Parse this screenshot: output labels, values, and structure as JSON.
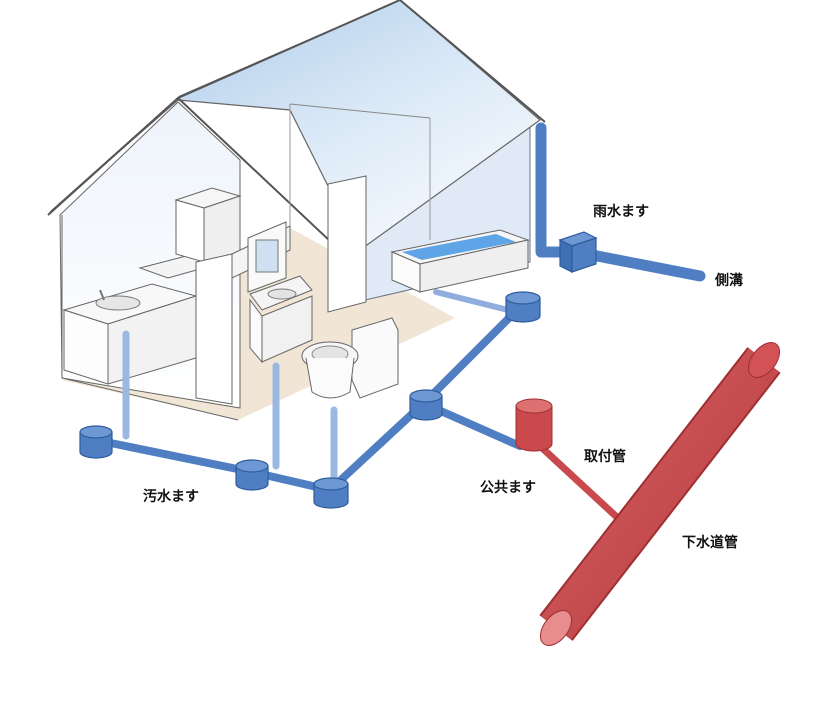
{
  "labels": {
    "rainwater_basin": "雨水ます",
    "side_ditch": "側溝",
    "sewage_basin": "汚水ます",
    "public_basin": "公共ます",
    "connection_pipe": "取付管",
    "sewer_main": "下水道管"
  },
  "colors": {
    "drain_pipe_blue": "#4f7fc2",
    "drain_pipe_outline": "#2e5c9e",
    "public_pipe_red": "#c9494c",
    "public_pipe_dark": "#9e2f32",
    "roof_sky": "#b9d4ee",
    "floor": "#f1e6d6"
  },
  "icons": [
    "house-cutaway",
    "bathtub",
    "toilet",
    "kitchen-sink",
    "washbasin",
    "refrigerator"
  ]
}
